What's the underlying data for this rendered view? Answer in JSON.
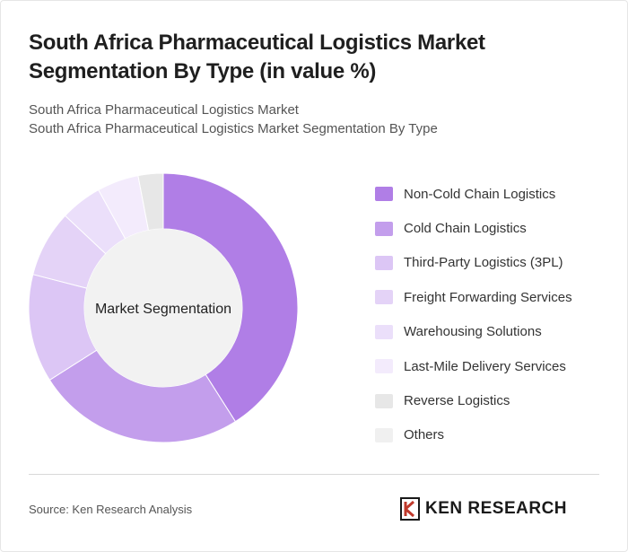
{
  "title": "South Africa Pharmaceutical Logistics Market Segmentation By Type (in value %)",
  "subtitle_line1": "South Africa Pharmaceutical Logistics Market",
  "subtitle_line2": "South Africa Pharmaceutical Logistics Market Segmentation By Type",
  "source": "Source: Ken Research Analysis",
  "brand": "KEN RESEARCH",
  "chart_data": {
    "type": "pie",
    "center_label": "Market Segmentation",
    "unit": "%",
    "slices": [
      {
        "name": "Non-Cold Chain Logistics",
        "value": 41,
        "color": "#b07ee6"
      },
      {
        "name": "Cold Chain Logistics",
        "value": 25,
        "color": "#c39eec"
      },
      {
        "name": "Third-Party Logistics (3PL)",
        "value": 13,
        "color": "#dcc6f5"
      },
      {
        "name": "Freight Forwarding Services",
        "value": 8,
        "color": "#e4d3f7"
      },
      {
        "name": "Warehousing Solutions",
        "value": 5,
        "color": "#ebdffa"
      },
      {
        "name": "Last-Mile Delivery Services",
        "value": 5,
        "color": "#f3ebfc"
      },
      {
        "name": "Reverse Logistics",
        "value": 3,
        "color": "#e7e7e7"
      },
      {
        "name": "Others",
        "value": 0,
        "color": "#f0f0f0"
      }
    ],
    "legend_position": "right"
  }
}
